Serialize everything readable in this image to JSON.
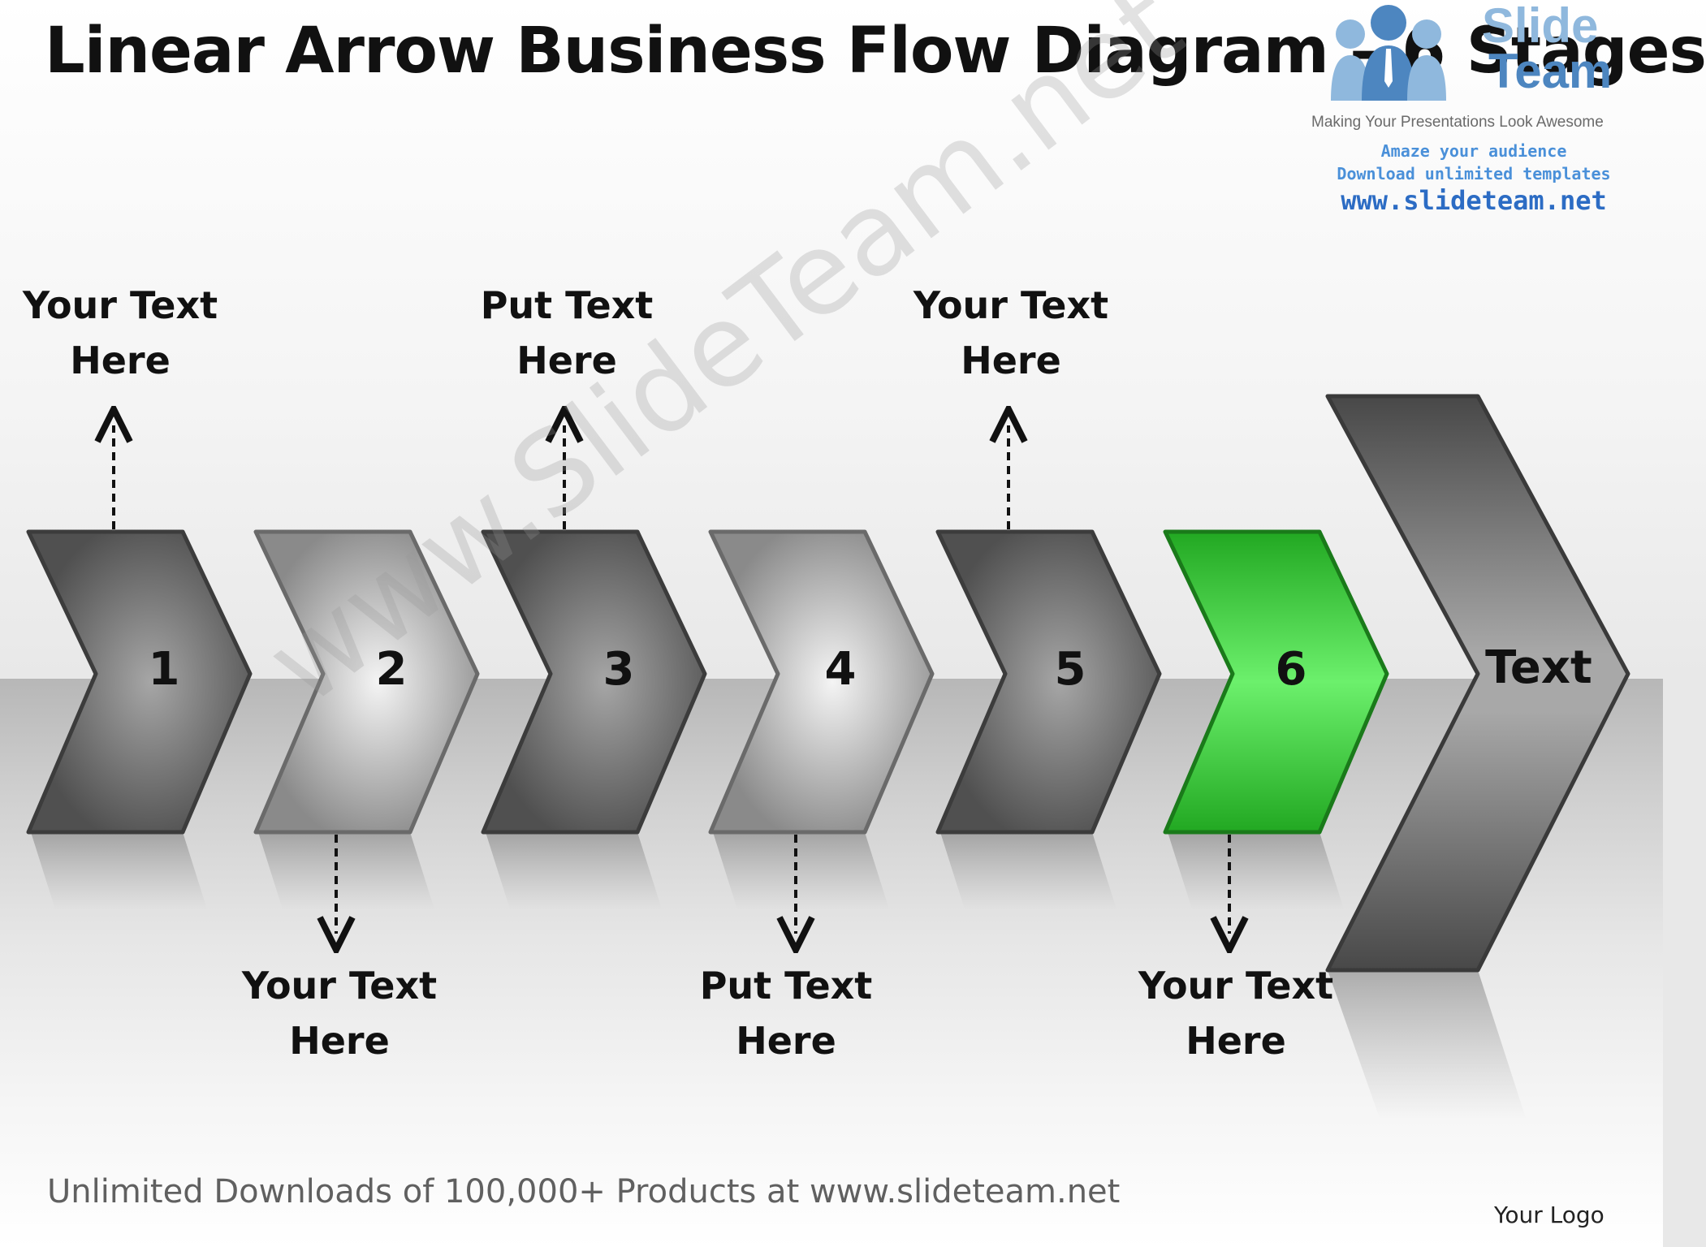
{
  "title": "Linear Arrow Business Flow Diagram – 6 Stages",
  "brand": {
    "word1": "Slide",
    "word2": "Team",
    "tagline": "Making Your Presentations Look Awesome",
    "promo1": "Amaze your audience",
    "promo2": "Download unlimited templates",
    "site": "www.slideteam.net",
    "color_light": "#8fb8dd",
    "color_dark": "#2c6cc4"
  },
  "watermark": "www.SlideTeam.net",
  "stages": [
    {
      "number": "1",
      "shade": "dark"
    },
    {
      "number": "2",
      "shade": "light"
    },
    {
      "number": "3",
      "shade": "dark"
    },
    {
      "number": "4",
      "shade": "light"
    },
    {
      "number": "5",
      "shade": "dark"
    },
    {
      "number": "6",
      "shade": "highlight"
    }
  ],
  "labels_top": [
    {
      "line1": "Your Text",
      "line2": "Here"
    },
    {
      "line1": "Put Text",
      "line2": "Here"
    },
    {
      "line1": "Your Text",
      "line2": "Here"
    }
  ],
  "labels_bottom": [
    {
      "line1": "Your Text",
      "line2": "Here"
    },
    {
      "line1": "Put Text",
      "line2": "Here"
    },
    {
      "line1": "Your Text",
      "line2": "Here"
    }
  ],
  "final_arrow": {
    "label": "Text"
  },
  "colors": {
    "highlight": "#3ac83a",
    "dark_gray": "#5f5f5f",
    "light_gray": "#a9a9a9"
  },
  "footer": "Unlimited Downloads of 100,000+ Products at www.slideteam.net",
  "logo_placeholder": "Your Logo"
}
